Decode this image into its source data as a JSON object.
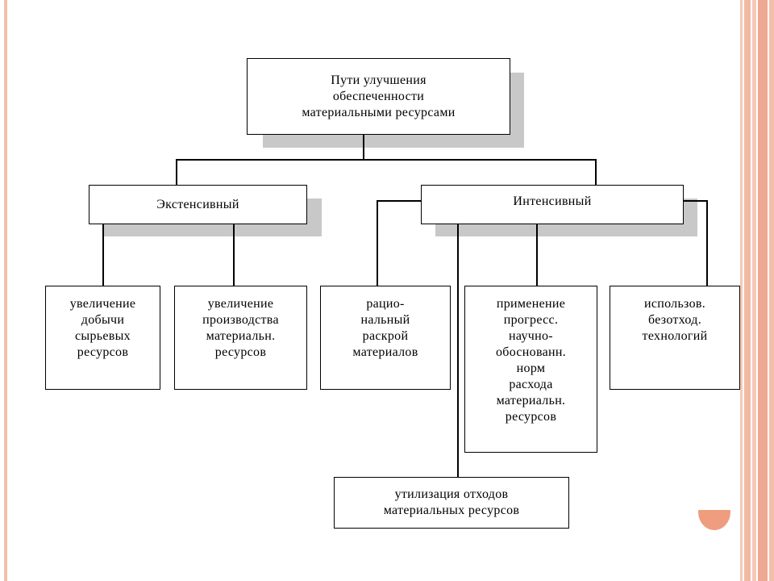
{
  "diagram": {
    "root": {
      "label": "Пути улучшения\nобеспеченности\nматериальными ресурсами"
    },
    "branches": [
      {
        "label": "Экстенсивный"
      },
      {
        "label": "Интенсивный"
      }
    ],
    "leaves": [
      {
        "label": "увеличение\nдобычи\nсырьевых\nресурсов"
      },
      {
        "label": "увеличение\nпроизводства\nматериальн.\nресурсов"
      },
      {
        "label": "рацио-\nнальный\nраскрой\nматериалов"
      },
      {
        "label": "применение\nпрогресс.\nнаучно-\nобоснованн.\nнорм\nрасхода\nматериальн.\nресурсов"
      },
      {
        "label": "использов.\nбезотход.\nтехнологий"
      },
      {
        "label": "утилизация отходов\nматериальных ресурсов"
      }
    ]
  },
  "colors": {
    "border_accent": "#f2c0ac",
    "shadow": "#c8c8c8",
    "deco_circle": "#ee9d7e"
  }
}
